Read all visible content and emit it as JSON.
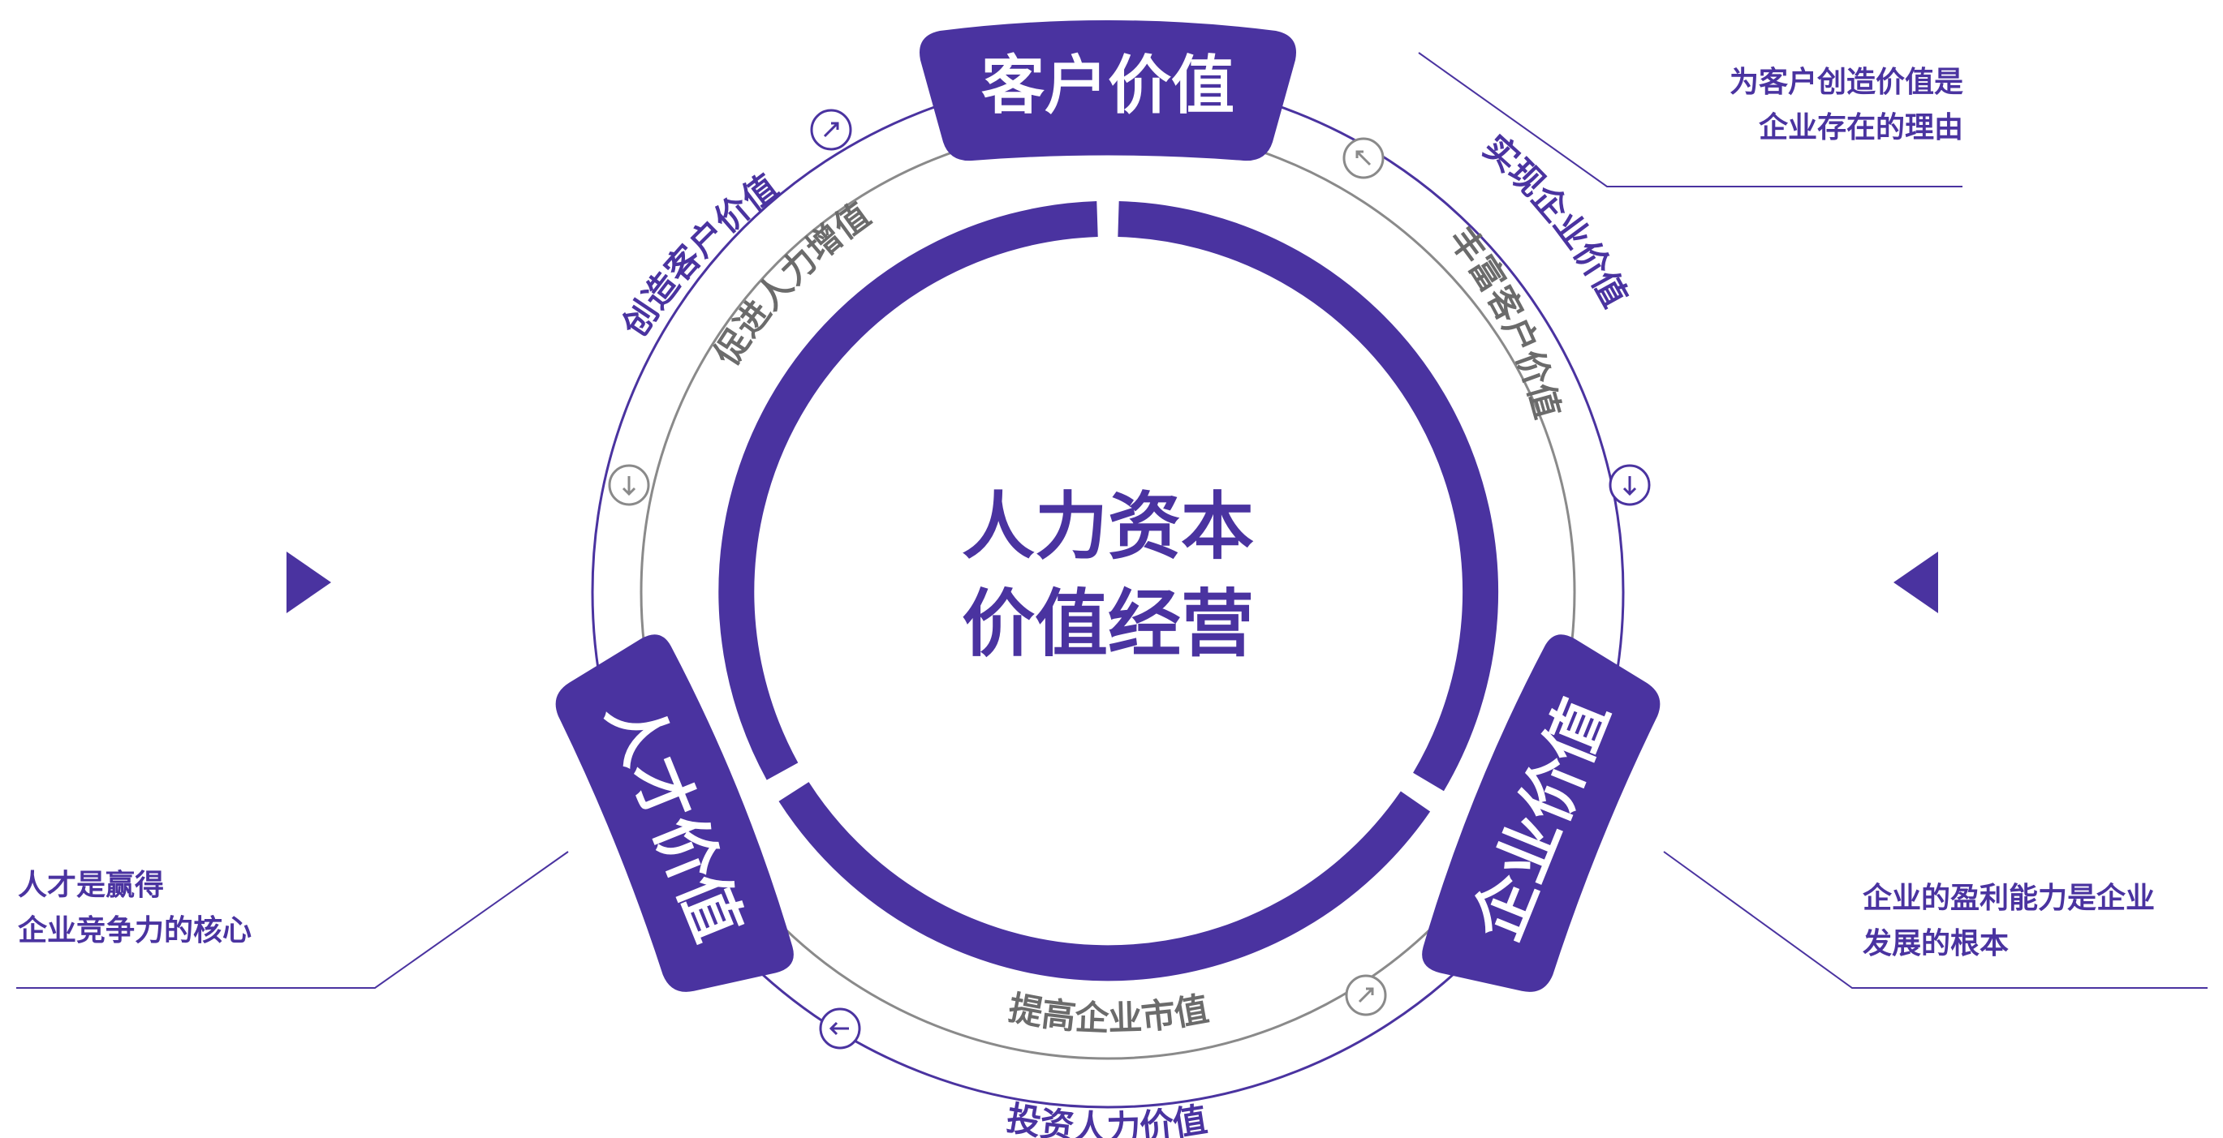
{
  "colors": {
    "primary": "#4a33a0",
    "gray_ring": "#8a8a8a",
    "gray_text": "#6b6b6b",
    "background": "#ffffff"
  },
  "center": {
    "line1": "人力资本",
    "line2": "价值经营"
  },
  "badges": {
    "customer": "客户价值",
    "talent": "人才价值",
    "enterprise": "企业价值"
  },
  "outer_ring_labels": {
    "create_customer_value": "创造客户价值",
    "realize_enterprise_value": "实现企业价值",
    "invest_human_value": "投资人力价值"
  },
  "inner_ring_labels": {
    "promote_human_appreciation": "促进人力增值",
    "enrich_customer_value": "丰富客户价值",
    "raise_market_value": "提高企业市值"
  },
  "notes": {
    "top_right": [
      "为客户创造价值是",
      "企业存在的理由"
    ],
    "bottom_left": [
      "人才是赢得",
      "企业竞争力的核心"
    ],
    "bottom_right": [
      "企业的盈利能力是企业",
      "发展的根本"
    ]
  },
  "icons": {
    "arrow_circle": "arrow-circle-icon",
    "side_marker_left": "triangle-right-icon",
    "side_marker_right": "triangle-left-icon"
  }
}
